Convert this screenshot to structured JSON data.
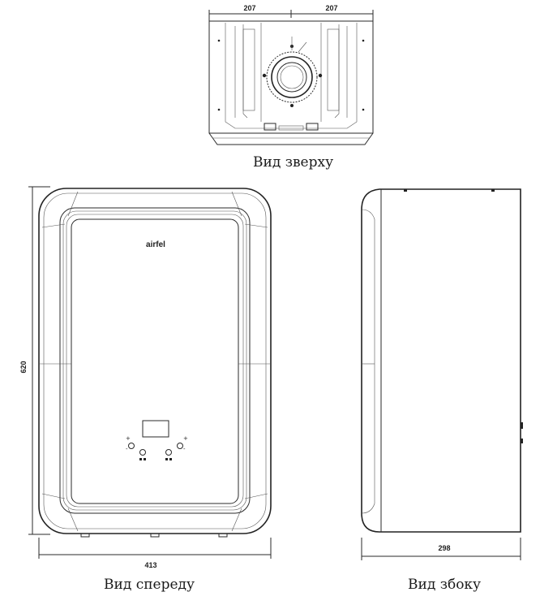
{
  "views": {
    "top": {
      "caption": "Вид зверху",
      "dim_left": "207",
      "dim_right": "207"
    },
    "front": {
      "caption": "Вид спереду",
      "width": "413",
      "height": "620",
      "brand": "airfel"
    },
    "side": {
      "caption": "Вид збоку",
      "depth": "298"
    }
  },
  "colors": {
    "line": "#2a2a2a",
    "background": "#ffffff"
  }
}
